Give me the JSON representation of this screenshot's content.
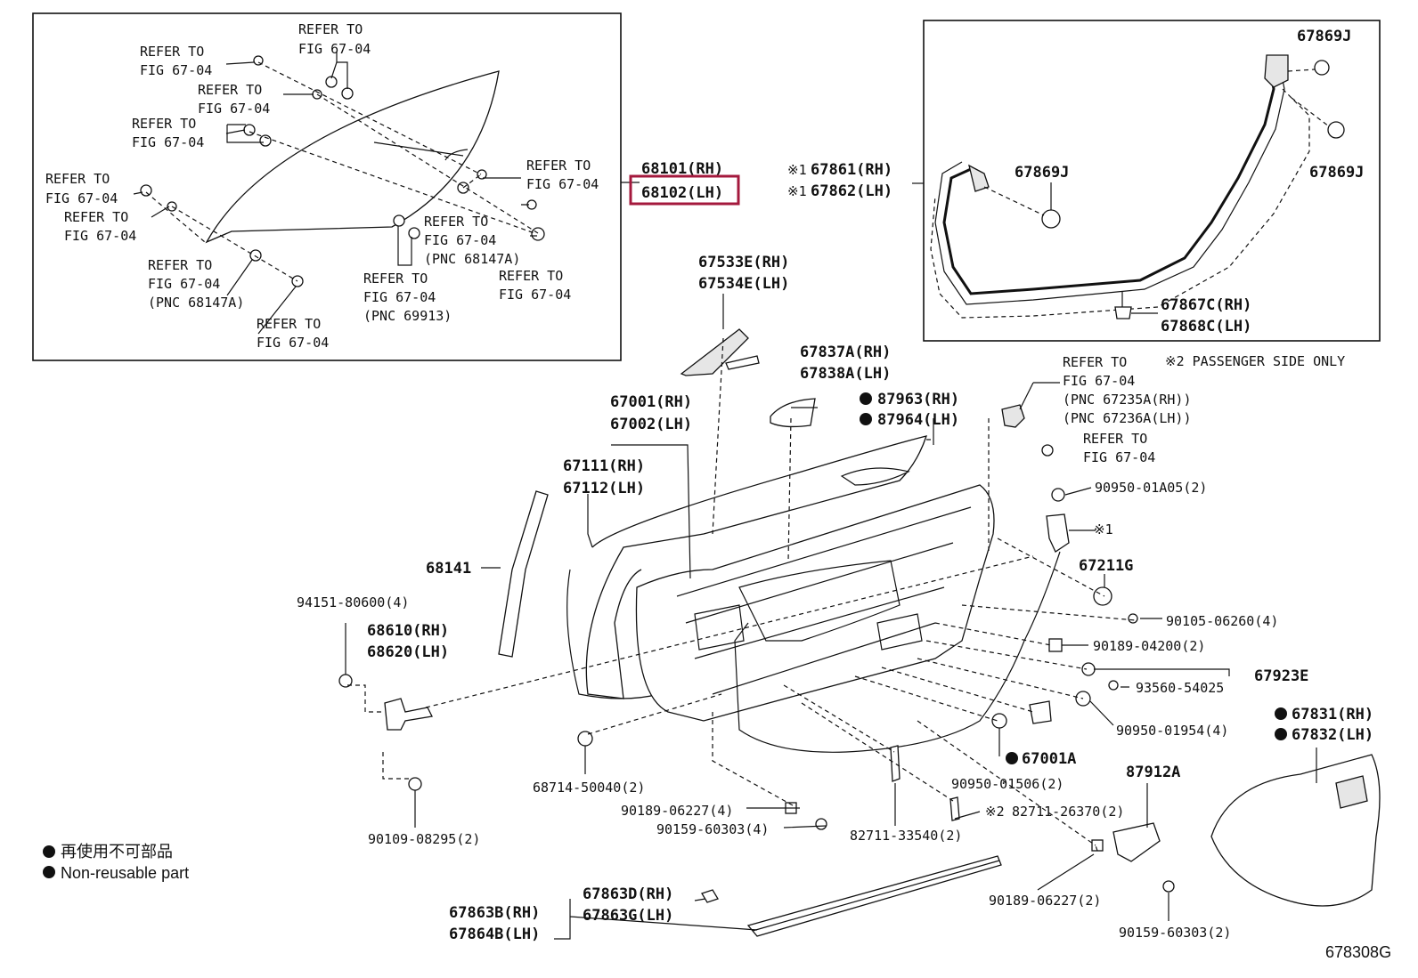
{
  "highlight_color": "#a4193d",
  "doc_number": "678308G",
  "legend": {
    "bullet": "●",
    "line1": "再使用不可部品",
    "line2": "Non-reusable part"
  },
  "glass_box": {
    "r1a": "REFER TO",
    "r1b": "FIG 67-04",
    "r2a": "REFER TO",
    "r2b": "FIG 67-04",
    "r3a": "REFER TO",
    "r3b": "FIG 67-04",
    "r4a": "REFER TO",
    "r4b": "FIG 67-04",
    "r5a": "REFER TO",
    "r5b": "FIG 67-04",
    "r6a": "REFER TO",
    "r6b": "FIG 67-04",
    "r7a": "REFER TO",
    "r7b": "FIG 67-04",
    "r7c": "(PNC 68147A)",
    "r8a": "REFER TO",
    "r8b": "FIG 67-04",
    "r8c": "(PNC 68147A)",
    "r9a": "REFER TO",
    "r9b": "FIG 67-04",
    "r10a": "REFER TO",
    "r10b": "FIG 67-04",
    "r10c": "(PNC 69913)",
    "r11a": "REFER TO",
    "r11b": "FIG 67-04",
    "r12a": "REFER TO",
    "r12b": "FIG 67-04"
  },
  "glass_labels": {
    "rh": "68101(RH)",
    "lh": "68102(LH)"
  },
  "weatherstrip_box": {
    "j1": "67869J",
    "j2": "67869J",
    "j3": "67869J",
    "mark1": "※1",
    "mark2": "※1",
    "p_rh": "67861(RH)",
    "p_lh": "67862(LH)",
    "c_rh": "67867C(RH)",
    "c_lh": "67868C(LH)"
  },
  "parts": {
    "p67533E": "67533E(RH)",
    "p67534E": "67534E(LH)",
    "p67837A": "67837A(RH)",
    "p67838A": "67838A(LH)",
    "p87963": "87963(RH)",
    "p87964": "87964(LH)",
    "p67001": "67001(RH)",
    "p67002": "67002(LH)",
    "p67111": "67111(RH)",
    "p67112": "67112(LH)",
    "p68141": "68141",
    "p94151": "94151-80600(4)",
    "p68610": "68610(RH)",
    "p68620": "68620(LH)",
    "p68714": "68714-50040(2)",
    "p90109": "90109-08295(2)",
    "p90189a": "90189-06227(4)",
    "p90159a": "90159-60303(4)",
    "p82711a": "82711-33540(2)",
    "p82711b": "82711-26370(2)",
    "mark82711b": "※2",
    "p90950c": "90950-01506(2)",
    "p67001A": "67001A",
    "p87912A": "87912A",
    "p90189b": "90189-06227(2)",
    "p90159b": "90159-60303(2)",
    "p67863D": "67863D(RH)",
    "p67863G": "67863G(LH)",
    "p67863B": "67863B(RH)",
    "p67864B": "67864B(LH)",
    "p67831": "67831(RH)",
    "p67832": "67832(LH)",
    "p90950b": "90950-01954(4)",
    "p93560": "93560-54025",
    "p67923E": "67923E",
    "p90189c": "90189-04200(2)",
    "p90105": "90105-06260(4)",
    "p67211G": "67211G",
    "mark1": "※1",
    "p90950a": "90950-01A05(2)",
    "ref_lock_a": "REFER TO",
    "ref_lock_b": "FIG 67-04",
    "ref_lock_c": "(PNC 67235A(RH))",
    "ref_lock_d": "(PNC 67236A(LH))",
    "ref_lock2_a": "REFER TO",
    "ref_lock2_b": "FIG 67-04",
    "passenger_note": "※2 PASSENGER SIDE ONLY"
  }
}
